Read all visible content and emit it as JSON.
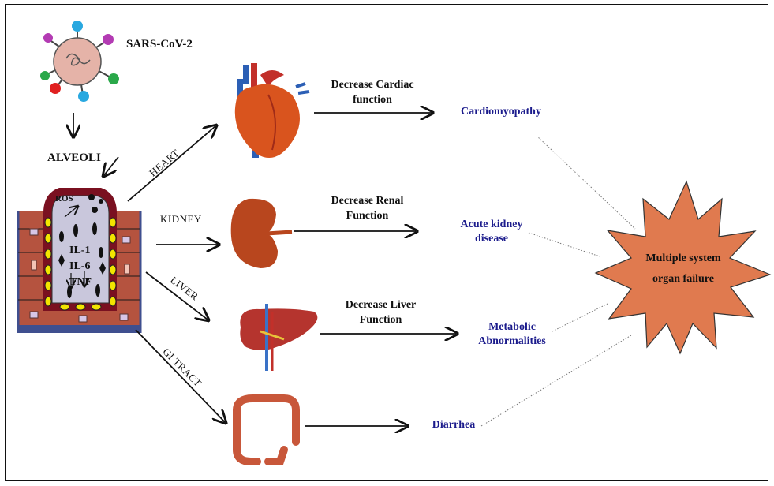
{
  "virus": {
    "label": "SARS-CoV-2"
  },
  "alveoli": {
    "label": "ALVEOLI",
    "ros": "ROS",
    "cytokines": [
      "IL-1",
      "IL-6",
      "TNF"
    ]
  },
  "branches": [
    {
      "organ": "HEART",
      "effect": "Decrease Cardiac function",
      "effect_lines": [
        "Decrease Cardiac",
        "function"
      ],
      "outcome_lines": [
        "Cardiomyopathy"
      ]
    },
    {
      "organ": "KIDNEY",
      "effect": "Decrease Renal Function",
      "effect_lines": [
        "Decrease Renal",
        "Function"
      ],
      "outcome_lines": [
        "Acute kidney",
        "disease"
      ]
    },
    {
      "organ": "LIVER",
      "effect": "Decrease Liver Function",
      "effect_lines": [
        "Decrease Liver",
        "Function"
      ],
      "outcome_lines": [
        "Metabolic",
        "Abnormalities"
      ]
    },
    {
      "organ": "GI TRACT",
      "effect": "",
      "effect_lines": [],
      "outcome_lines": [
        "Diarrhea"
      ]
    }
  ],
  "final": {
    "lines": [
      "Multiple system",
      "organ failure"
    ]
  },
  "colors": {
    "outcome_text": "#1b1b8c",
    "starburst": "#e07a4f",
    "tissue": "#b5533f",
    "vessel": "#7a1020",
    "alveolus": "#c9c7dc"
  }
}
